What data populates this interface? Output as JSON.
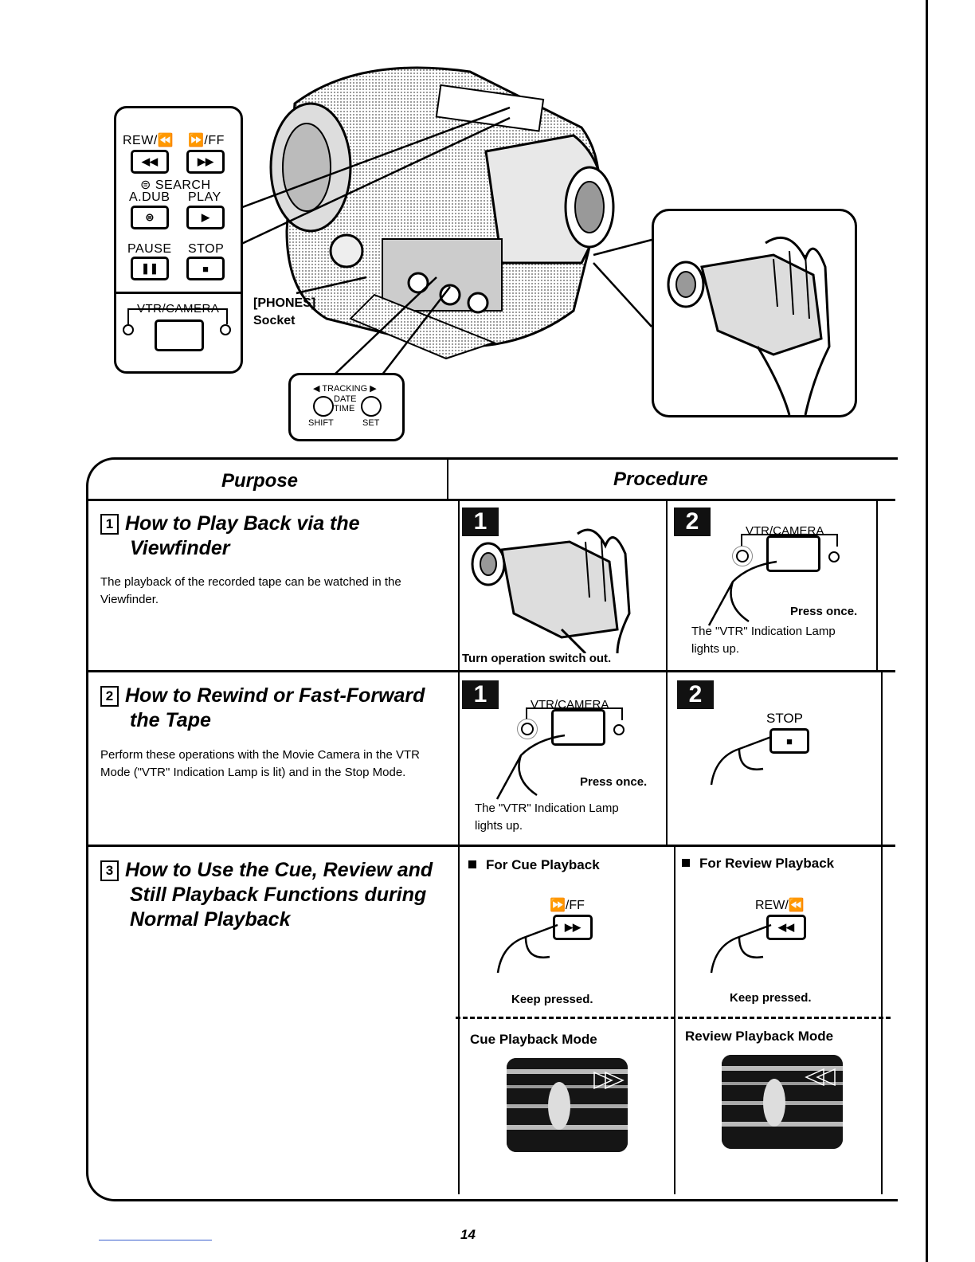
{
  "figure": {
    "controls": {
      "rew_label": "REW/⏪",
      "ff_label": "⏩/FF",
      "search_label": "⊜ SEARCH",
      "adub_label": "A.DUB",
      "play_label": "PLAY",
      "pause_label": "PAUSE",
      "stop_label": "STOP",
      "vtr_camera_label": "VTR/CAMERA"
    },
    "phones_label": "[PHONES]",
    "socket_label": "Socket",
    "tracking": {
      "tracking_label": "◀ TRACKING ▶",
      "date_label": "DATE",
      "time_label": "TIME",
      "shift_label": "SHIFT",
      "set_label": "SET"
    }
  },
  "table": {
    "header_purpose": "Purpose",
    "header_procedure": "Procedure",
    "rows": [
      {
        "num": "1",
        "title_line1": "How to Play Back via the",
        "title_line2": "Viewfinder",
        "text": "The playback of the recorded tape can be watched in the Viewfinder.",
        "step1": "1",
        "step1_caption": "Turn operation switch out.",
        "step2": "2",
        "step2_vtr_label": "VTR/CAMERA",
        "step2_press": "Press once.",
        "step2_caption_line1": "The \"VTR\" Indication Lamp",
        "step2_caption_line2": "lights up."
      },
      {
        "num": "2",
        "title_line1": "How to Rewind or Fast-Forward",
        "title_line2": "the Tape",
        "text": "Perform these operations with the Movie Camera in the VTR Mode (\"VTR\" Indication Lamp is lit) and in the Stop Mode.",
        "step1": "1",
        "step1_vtr_label": "VTR/CAMERA",
        "step1_press": "Press once.",
        "step1_caption_line1": "The \"VTR\" Indication Lamp",
        "step1_caption_line2": "lights up.",
        "step2": "2",
        "step2_stop_label": "STOP"
      },
      {
        "num": "3",
        "title_line1": "How to Use the Cue, Review and",
        "title_line2": "Still Playback Functions during",
        "title_line3": "Normal Playback",
        "cue_heading": "For Cue Playback",
        "cue_button_label": "⏩/FF",
        "cue_keep": "Keep pressed.",
        "cue_mode": "Cue Playback Mode",
        "review_heading": "For Review Playback",
        "review_button_label": "REW/⏪",
        "review_keep": "Keep pressed.",
        "review_mode": "Review Playback Mode"
      }
    ]
  },
  "page_number": "14"
}
